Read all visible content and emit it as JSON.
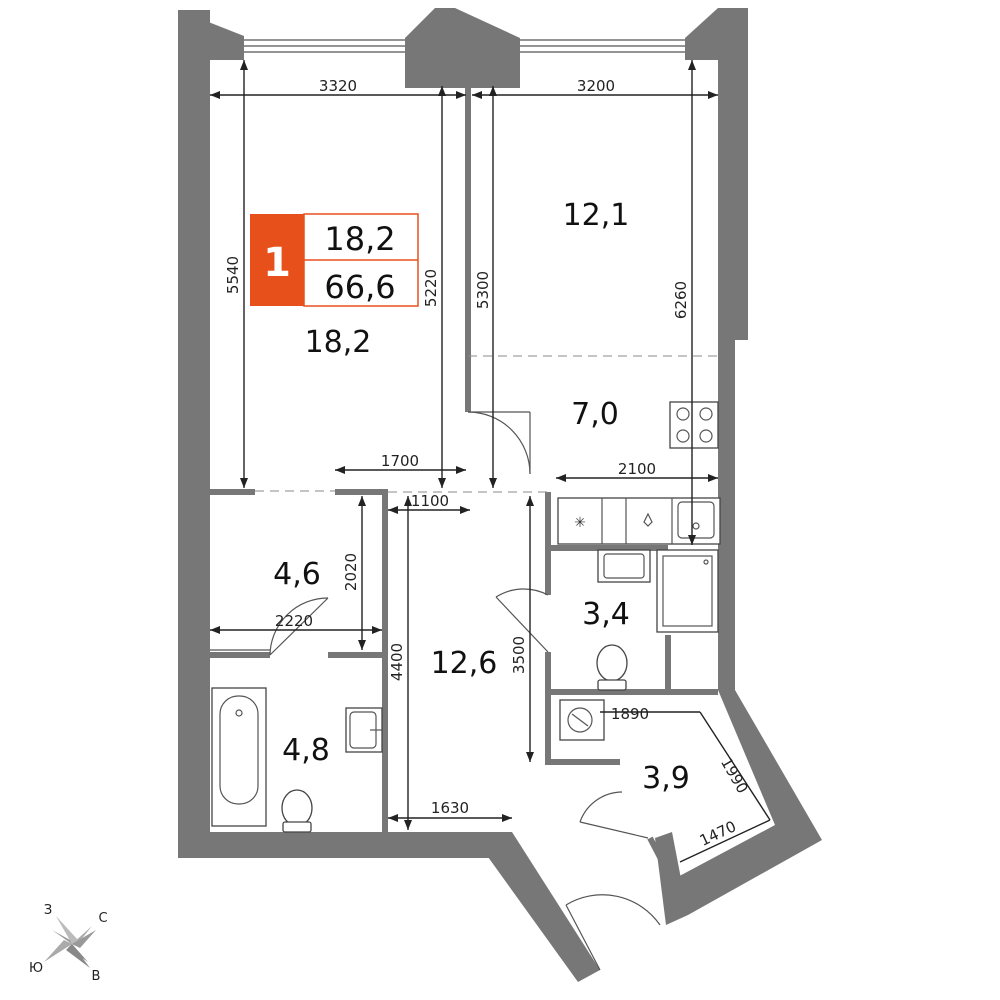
{
  "badge": {
    "rooms": "1",
    "living_area": "18,2",
    "total_area": "66,6",
    "accent_color": "#e8501b"
  },
  "rooms": [
    {
      "id": "living",
      "area": "18,2"
    },
    {
      "id": "bedroom",
      "area": "12,1"
    },
    {
      "id": "kitchen",
      "area": "7,0"
    },
    {
      "id": "storage",
      "area": "4,6"
    },
    {
      "id": "bathroom",
      "area": "4,8"
    },
    {
      "id": "hall",
      "area": "12,6"
    },
    {
      "id": "wc",
      "area": "3,4"
    },
    {
      "id": "wardrobe",
      "area": "3,9"
    }
  ],
  "dimensions": {
    "living_width": "3320",
    "bedroom_width": "3200",
    "living_height": "5540",
    "living_inner_height": "5220",
    "bedroom_height": "5300",
    "right_height": "6260",
    "living_lower_width": "1700",
    "kitchen_width": "2100",
    "hall_top_width": "1100",
    "storage_height": "2020",
    "storage_width": "2220",
    "hall_height": "4400",
    "wc_height": "3500",
    "hall_bottom_width": "1630",
    "wardrobe_width": "1890",
    "wardrobe_depth": "1990",
    "wardrobe_bottom": "1470"
  },
  "compass": {
    "north": "С",
    "south": "Ю",
    "west": "З",
    "east": "В"
  },
  "colors": {
    "wall": "#777777",
    "accent": "#e8501b"
  }
}
